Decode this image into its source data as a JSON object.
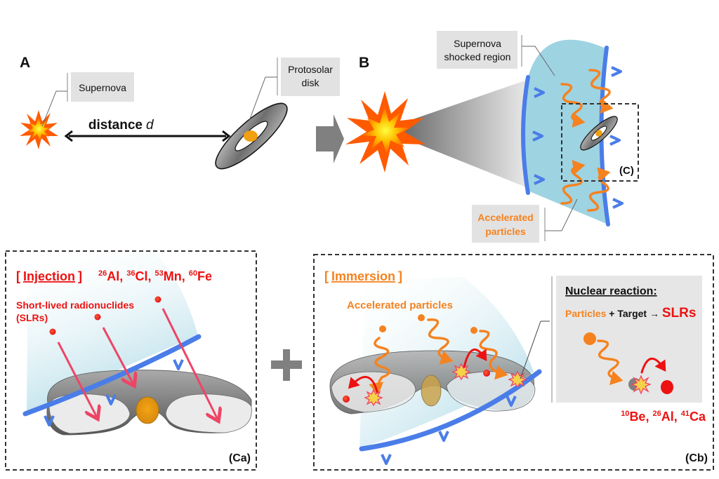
{
  "panel_a": {
    "letter": "A",
    "supernova_label": "Supernova",
    "disk_label_line1": "Protosolar",
    "disk_label_line2": "disk",
    "distance_label": "distance",
    "distance_var": "d"
  },
  "panel_b": {
    "letter": "B",
    "shocked_label_line1": "Supernova",
    "shocked_label_line2": "shocked region",
    "particles_label_line1": "Accelerated",
    "particles_label_line2": "particles",
    "zoom_box_label": "(C)"
  },
  "panel_ca": {
    "title_open": "[",
    "title": "Injection",
    "title_close": "]",
    "isotopes": [
      {
        "mass": "26",
        "symbol": "Al"
      },
      {
        "mass": "36",
        "symbol": "Cl"
      },
      {
        "mass": "53",
        "symbol": "Mn"
      },
      {
        "mass": "60",
        "symbol": "Fe"
      }
    ],
    "slr_line1": "Short-lived radionuclides",
    "slr_line2": "(SLRs)",
    "corner_label": "(Ca)"
  },
  "plus_sign": "+",
  "panel_cb": {
    "title_open": "[",
    "title": "Immersion",
    "title_close": "]",
    "particles_label": "Accelerated particles",
    "reaction_title": "Nuclear reaction:",
    "reaction_particles": "Particles",
    "reaction_plus_target": " + Target → ",
    "reaction_slrs": "SLRs",
    "products": [
      {
        "mass": "10",
        "symbol": "Be"
      },
      {
        "mass": "26",
        "symbol": "Al"
      },
      {
        "mass": "41",
        "symbol": "Ca"
      }
    ],
    "corner_label": "(Cb)"
  },
  "colors": {
    "red": "#ee1111",
    "orange": "#f5821f",
    "shock_blue": "#4a7de8",
    "shocked_fill": "#9ed3e2",
    "label_box": "#e2e2e2",
    "arrow_gray": "#808080",
    "pink_arrow": "#ee4466"
  }
}
